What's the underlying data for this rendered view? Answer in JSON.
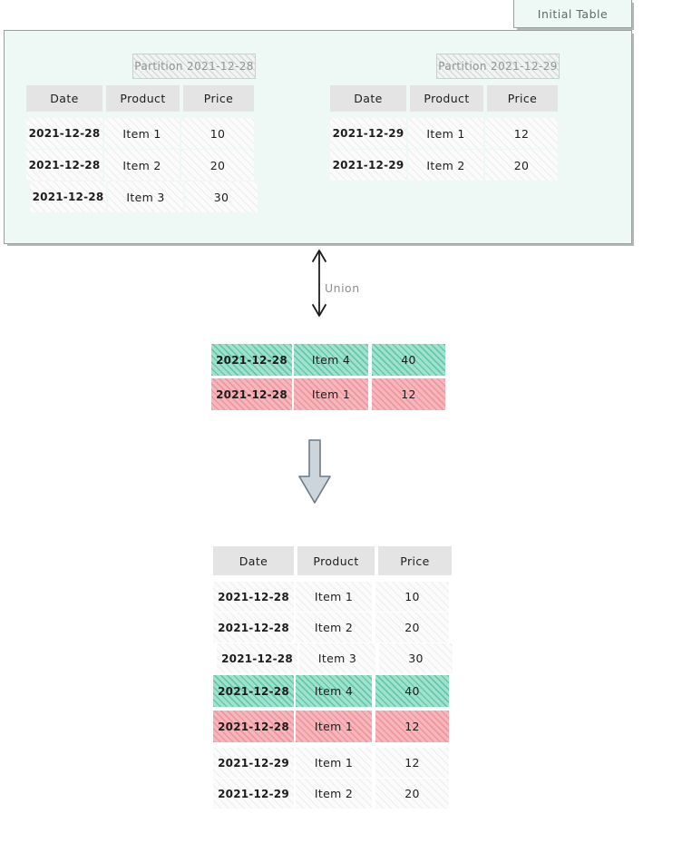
{
  "panel": {
    "tab_label": "Initial Table",
    "partitions": [
      {
        "label": "Partition 2021-12-28",
        "columns": [
          "Date",
          "Product",
          "Price"
        ],
        "rows": [
          {
            "date": "2021-12-28",
            "product": "Item 1",
            "price": "10",
            "fill": "grey"
          },
          {
            "date": "2021-12-28",
            "product": "Item 2",
            "price": "20",
            "fill": "grey"
          },
          {
            "date": "2021-12-28",
            "product": "Item 3",
            "price": "30",
            "fill": "grey"
          }
        ]
      },
      {
        "label": "Partition 2021-12-29",
        "columns": [
          "Date",
          "Product",
          "Price"
        ],
        "rows": [
          {
            "date": "2021-12-29",
            "product": "Item 1",
            "price": "12",
            "fill": "grey"
          },
          {
            "date": "2021-12-29",
            "product": "Item 2",
            "price": "20",
            "fill": "grey"
          }
        ]
      }
    ]
  },
  "union": {
    "arrow_label": "Union",
    "arrow_icon": "double-headed-vertical-arrow-icon",
    "incoming_rows": [
      {
        "date": "2021-12-28",
        "product": "Item 4",
        "price": "40",
        "fill": "green"
      },
      {
        "date": "2021-12-28",
        "product": "Item 1",
        "price": "12",
        "fill": "red"
      }
    ]
  },
  "flow_arrow": {
    "icon": "block-arrow-down-icon",
    "fill": "#ccd4dc",
    "stroke": "#6c7a85"
  },
  "result": {
    "columns": [
      "Date",
      "Product",
      "Price"
    ],
    "groups": [
      {
        "rows": [
          {
            "date": "2021-12-28",
            "product": "Item 1",
            "price": "10",
            "fill": "grey"
          },
          {
            "date": "2021-12-28",
            "product": "Item 2",
            "price": "20",
            "fill": "grey"
          },
          {
            "date": "2021-12-28",
            "product": "Item 3",
            "price": "30",
            "fill": "grey"
          },
          {
            "date": "2021-12-28",
            "product": "Item 4",
            "price": "40",
            "fill": "green"
          },
          {
            "date": "2021-12-28",
            "product": "Item 1",
            "price": "12",
            "fill": "red"
          }
        ]
      },
      {
        "rows": [
          {
            "date": "2021-12-29",
            "product": "Item 1",
            "price": "12",
            "fill": "grey"
          },
          {
            "date": "2021-12-29",
            "product": "Item 2",
            "price": "20",
            "fill": "grey"
          }
        ]
      }
    ]
  },
  "colors": {
    "panel_bg": "#eef8f4",
    "panel_border": "#9a9f9f",
    "header_bg": "#e4e4e4",
    "green": "#9fe3cd",
    "red": "#f7b6bb",
    "grey_row": "#fbfbfb"
  }
}
